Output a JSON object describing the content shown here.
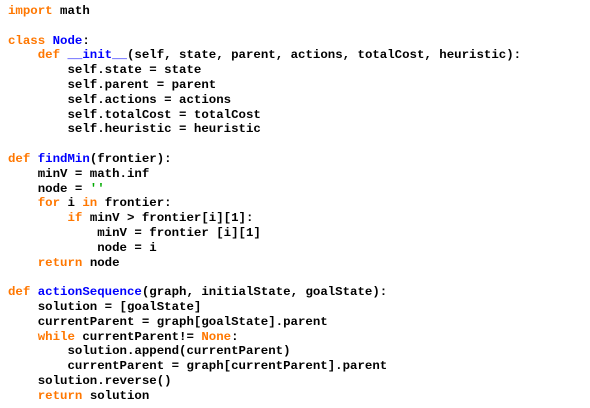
{
  "code_lines": [
    [
      {
        "t": "import",
        "k": "kw"
      },
      {
        "t": " math",
        "k": "plain"
      }
    ],
    [],
    [
      {
        "t": "class ",
        "k": "kw"
      },
      {
        "t": "Node",
        "k": "fn"
      },
      {
        "t": ":",
        "k": "plain"
      }
    ],
    [
      {
        "t": "    ",
        "k": "plain"
      },
      {
        "t": "def ",
        "k": "kw"
      },
      {
        "t": "__init__",
        "k": "fn"
      },
      {
        "t": "(self, state, parent, actions, totalCost, heuristic):",
        "k": "plain"
      }
    ],
    [
      {
        "t": "        self.state = state",
        "k": "plain"
      }
    ],
    [
      {
        "t": "        self.parent = parent",
        "k": "plain"
      }
    ],
    [
      {
        "t": "        self.actions = actions",
        "k": "plain"
      }
    ],
    [
      {
        "t": "        self.totalCost = totalCost",
        "k": "plain"
      }
    ],
    [
      {
        "t": "        self.heuristic = heuristic",
        "k": "plain"
      }
    ],
    [],
    [
      {
        "t": "def ",
        "k": "kw"
      },
      {
        "t": "findMin",
        "k": "fn"
      },
      {
        "t": "(frontier):",
        "k": "plain"
      }
    ],
    [
      {
        "t": "    minV = math.inf",
        "k": "plain"
      }
    ],
    [
      {
        "t": "    node = ",
        "k": "plain"
      },
      {
        "t": "''",
        "k": "str"
      }
    ],
    [
      {
        "t": "    ",
        "k": "plain"
      },
      {
        "t": "for ",
        "k": "kw"
      },
      {
        "t": "i ",
        "k": "plain"
      },
      {
        "t": "in ",
        "k": "kw"
      },
      {
        "t": "frontier:",
        "k": "plain"
      }
    ],
    [
      {
        "t": "        ",
        "k": "plain"
      },
      {
        "t": "if ",
        "k": "kw"
      },
      {
        "t": "minV > frontier[i][1]:",
        "k": "plain"
      }
    ],
    [
      {
        "t": "            minV = frontier [i][1]",
        "k": "plain"
      }
    ],
    [
      {
        "t": "            node = i",
        "k": "plain"
      }
    ],
    [
      {
        "t": "    ",
        "k": "plain"
      },
      {
        "t": "return ",
        "k": "kw"
      },
      {
        "t": "node",
        "k": "plain"
      }
    ],
    [],
    [
      {
        "t": "def ",
        "k": "kw"
      },
      {
        "t": "actionSequence",
        "k": "fn"
      },
      {
        "t": "(graph, initialState, goalState):",
        "k": "plain"
      }
    ],
    [
      {
        "t": "    solution = [goalState]",
        "k": "plain"
      }
    ],
    [
      {
        "t": "    currentParent = graph[goalState].parent",
        "k": "plain"
      }
    ],
    [
      {
        "t": "    ",
        "k": "plain"
      },
      {
        "t": "while ",
        "k": "kw"
      },
      {
        "t": "currentParent!= ",
        "k": "plain"
      },
      {
        "t": "None",
        "k": "kw"
      },
      {
        "t": ":",
        "k": "plain"
      }
    ],
    [
      {
        "t": "        solution.append(currentParent)",
        "k": "plain"
      }
    ],
    [
      {
        "t": "        currentParent = graph[currentParent].parent",
        "k": "plain"
      }
    ],
    [
      {
        "t": "    solution.reverse()",
        "k": "plain"
      }
    ],
    [
      {
        "t": "    ",
        "k": "plain"
      },
      {
        "t": "return ",
        "k": "kw"
      },
      {
        "t": "solution",
        "k": "plain"
      }
    ]
  ],
  "colors": {
    "keyword": "#ff7700",
    "function_name": "#0000ff",
    "string": "#00aa00",
    "default_text": "#000000",
    "background": "#ffffff"
  }
}
